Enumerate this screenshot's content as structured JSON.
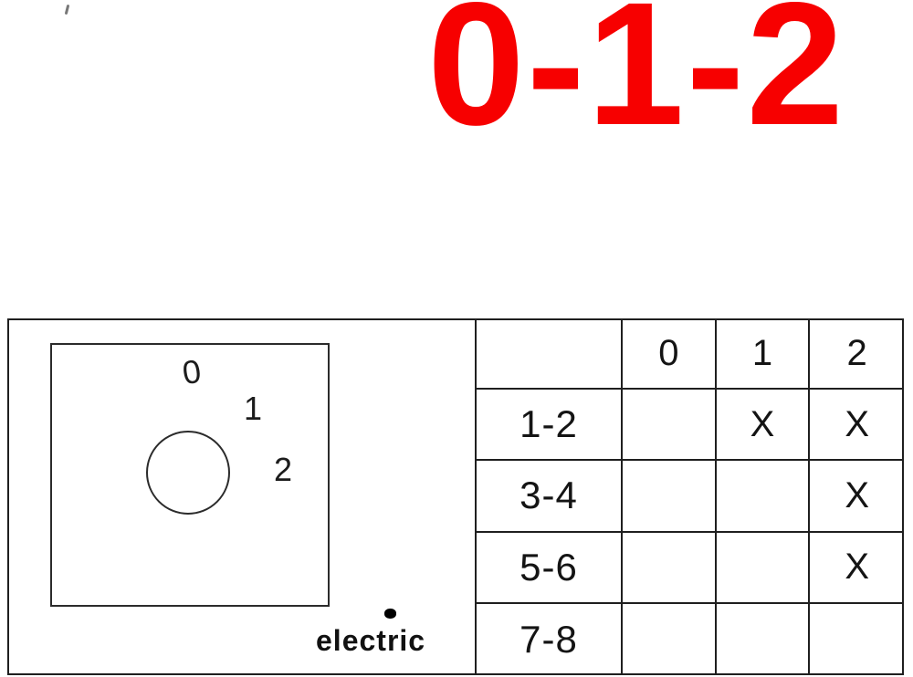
{
  "title": {
    "text": "0-1-2",
    "color": "#f70000"
  },
  "brand": "electric",
  "switch": {
    "positions": [
      "0",
      "1",
      "2"
    ]
  },
  "table": {
    "columns": [
      "",
      "0",
      "1",
      "2"
    ],
    "rows": [
      {
        "label": "1-2",
        "cells": [
          "",
          "X",
          "X"
        ]
      },
      {
        "label": "3-4",
        "cells": [
          "",
          "",
          "X"
        ]
      },
      {
        "label": "5-6",
        "cells": [
          "",
          "",
          "X"
        ]
      },
      {
        "label": "7-8",
        "cells": [
          "",
          "",
          ""
        ]
      }
    ]
  },
  "colors": {
    "line": "#1f1f1f",
    "background": "#ffffff"
  }
}
